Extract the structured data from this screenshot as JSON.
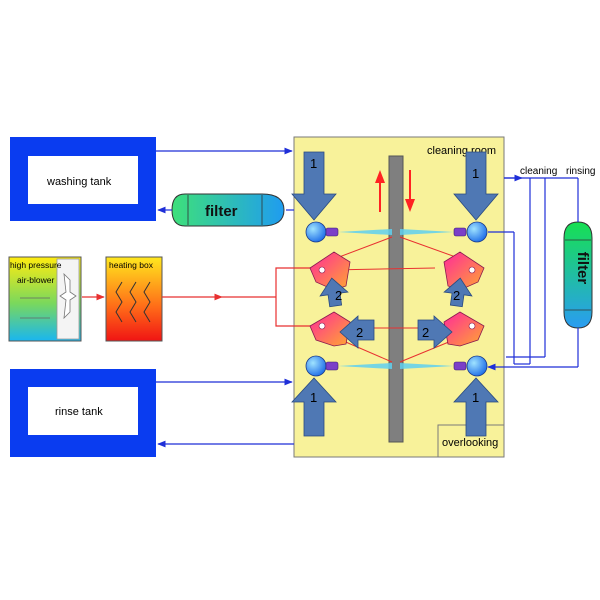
{
  "labels": {
    "washing_tank": "washing tank",
    "rinse_tank": "rinse tank",
    "filter_left": "filter",
    "filter_right": "filter",
    "blower_line1": "high pressure",
    "blower_line2": "air-blower",
    "heating_box": "heating box",
    "cleaning_room": "cleaning room",
    "overlooking": "overlooking",
    "cleaning": "cleaning",
    "rinsing": "rinsing",
    "nozzle_1": "1",
    "nozzle_2": "2"
  },
  "colors": {
    "tank_blue": "#0a3cf0",
    "chamber_yellow": "#f8f29a",
    "pipe_blue": "#1f2fd8",
    "air_red": "#e83030",
    "rod_gray": "#7f7f7f",
    "arrow_steel": "#4f78b4",
    "arrow_red": "#ff2222",
    "spray_cyan": "#5fd0f0"
  }
}
